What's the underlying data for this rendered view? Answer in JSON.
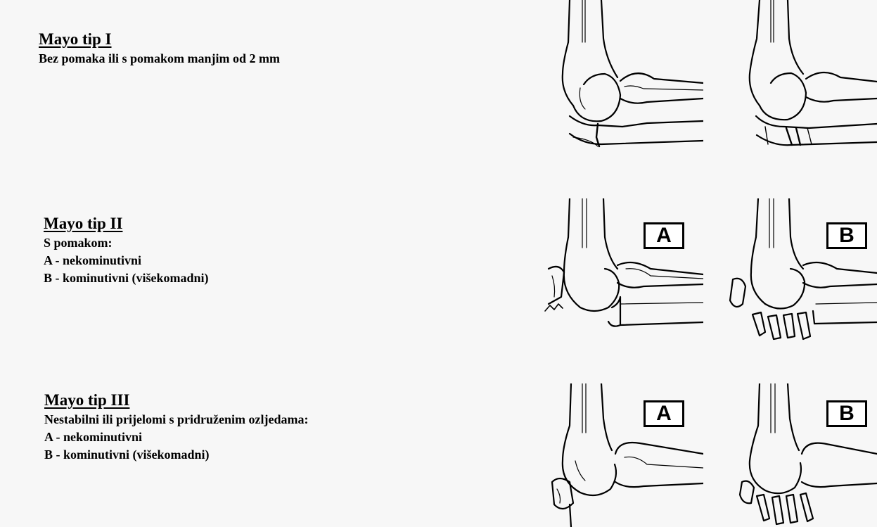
{
  "sections": [
    {
      "title": "Mayo tip I",
      "lines": [
        "Bez pomaka ili s pomakom manjim od 2 mm"
      ]
    },
    {
      "title": "Mayo tip II",
      "lines": [
        "S pomakom:",
        "A - nekominutivni",
        "B - kominutivni (višekomadni)"
      ],
      "labels": [
        "A",
        "B"
      ]
    },
    {
      "title": "Mayo tip III",
      "lines": [
        "Nestabilni ili prijelomi s pridruženim ozljedama:",
        "A - nekominutivni",
        "B - kominutivni (višekomadni)"
      ],
      "labels": [
        "A",
        "B"
      ]
    }
  ],
  "icons": {
    "figures": [
      "elbow-fracture-illustration"
    ]
  },
  "colors": {
    "background": "#f7f7f7",
    "ink": "#000000",
    "label_box": "#ffffff"
  }
}
